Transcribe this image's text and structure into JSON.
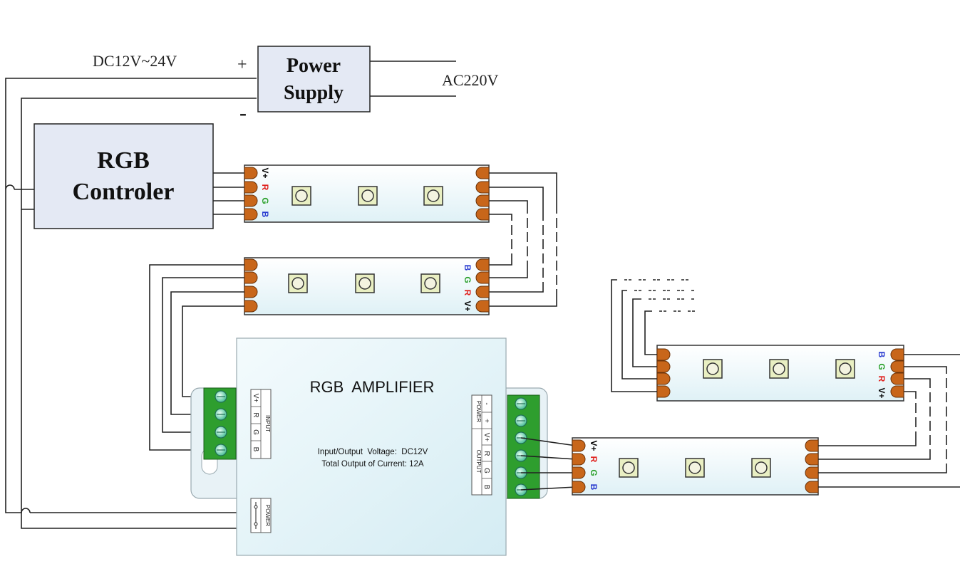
{
  "power_supply": {
    "label_line1": "Power",
    "label_line2": "Supply"
  },
  "labels": {
    "dc_voltage": "DC12V~24V",
    "ac_voltage": "AC220V",
    "plus": "+",
    "minus": "-"
  },
  "controller": {
    "label_line1": "RGB",
    "label_line2": "Controler"
  },
  "strip_pins": {
    "v_plus": "V+",
    "r": "R",
    "g": "G",
    "b": "B"
  },
  "amplifier": {
    "title": "RGB  AMPLIFIER",
    "spec_line1": "Input/Output  Voltage:  DC12V",
    "spec_line2": "Total Output of Current: 12A",
    "input_label": "INPUT",
    "input_pins": [
      "V+",
      "R",
      "G",
      "B"
    ],
    "output_label": "OUTPUT",
    "output_pins": [
      "V+",
      "R",
      "G",
      "B"
    ],
    "power_label": "POWER",
    "power_pins": [
      "+",
      "-"
    ],
    "power_jack_label": "POWER"
  },
  "colors": {
    "v_plus": "#000000",
    "red": "#e0201c",
    "green": "#2aa02a",
    "blue": "#2a3cd0",
    "box_fill": "#e6ebf5",
    "strip_fill": "#eef8fb",
    "terminal": "#c8661a",
    "connector_green": "#2e9e2e"
  }
}
